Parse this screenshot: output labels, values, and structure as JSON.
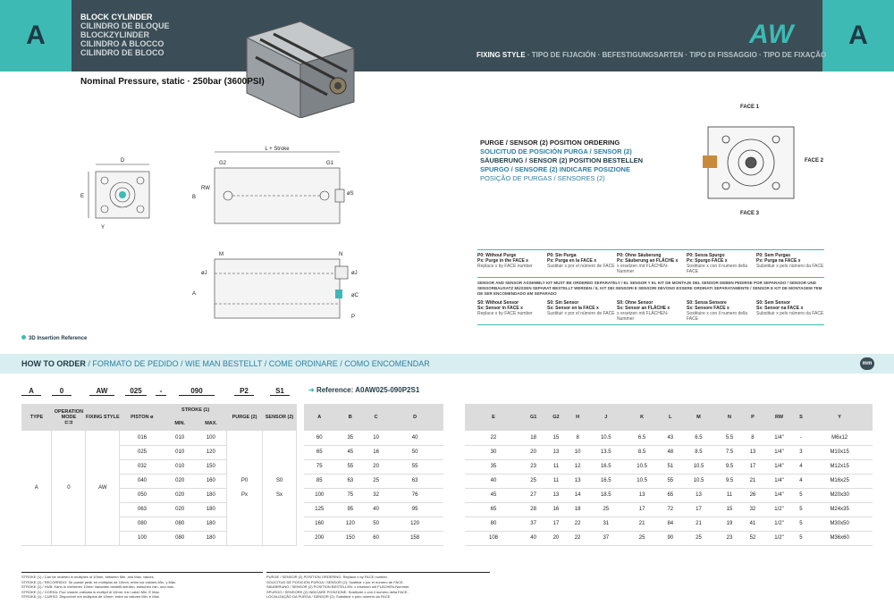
{
  "header": {
    "side_letter": "A",
    "series": "AW",
    "titles": [
      "BLOCK CYLINDER",
      "CILINDRO DE BLOQUE",
      "BLOCKZYLINDER",
      "CILINDRO A BLOCCO",
      "CILINDRO DE BLOCO"
    ],
    "fixing_main": "FIXING STYLE",
    "fixing_rest": " · TIPO DE FIJACIÓN · BEFESTIGUNGSARTEN · TIPO DI FISSAGGIO · TIPO DE FIXAÇÃO"
  },
  "pressure": "Nominal Pressure, static · 250bar (3600PSI)",
  "drawing_labels": {
    "d": "D",
    "e": "E",
    "y": "Y",
    "l_stroke": "L + Stroke",
    "g2": "G2",
    "g1": "G1",
    "b": "B",
    "rw": "RW",
    "s": "øS",
    "m": "M",
    "n": "N",
    "j1": "øJ",
    "j2": "øJ",
    "a": "A",
    "c": "øC",
    "p": "P"
  },
  "purge": {
    "lines": [
      "PURGE / SENSOR (2) POSITION ORDERING",
      "SOLICITUD DE POSICIÓN PURGA / SENSOR (2)",
      "SÄUBERUNG / SENSOR (2) POSITION BESTELLEN",
      "SPURGO / SENSORE (2) INDICARE POSIZIONE",
      "POSIÇÃO DE PURGAS / SENSORES (2)"
    ],
    "face1": "FACE 1",
    "face2": "FACE 2",
    "face3": "FACE 3"
  },
  "legend": {
    "purge_cols": [
      {
        "b1": "P0: Without Purge",
        "b2": "Px: Purge in the FACE x",
        "n": "Replace x by FACE number"
      },
      {
        "b1": "P0: Sin Purga",
        "b2": "Px: Purga en la FACE x",
        "n": "Sustituir x por el número de FACE"
      },
      {
        "b1": "P0: Ohne Säuberung",
        "b2": "Px: Säuberung an FLÄCHE x",
        "n": "x ersetzen mit FLÄCHEN-Nummer"
      },
      {
        "b1": "P0: Senza Spurgo",
        "b2": "Px: Spurgo FACE x",
        "n": "Sostituire x con il numero della FACE"
      },
      {
        "b1": "P0: Sem Purgas",
        "b2": "Px: Purga na FACE x",
        "n": "Substituir x pelo número da FACE"
      }
    ],
    "note": "SENSOR AND SENSOR ASSEMBLY KIT MUST BE ORDERED SEPARATELY / EL SENSOR Y EL KIT DE MONTAJE DEL SENSOR DEBEN PEDIRSE POR SEPARADO / SENSOR UND SENSORBAUSATZ MÜSSEN SEPARAT BESTELLT WERDEN / IL KIT DEI SENSORI E SENSORI DEVONO ESSERE ORDINATI SEPARATAMENTE / SENSOR E KIT DE MONTAGEM TEM DE SER ENCOMENDADO EM SEPARADO",
    "sensor_cols": [
      {
        "b1": "S0: Without Sensor",
        "b2": "Sx: Sensor in FACE x",
        "n": "Replace x by FACE number"
      },
      {
        "b1": "S0: Sin Sensor",
        "b2": "Sx: Sensor en la FACE x",
        "n": "Sustituir x por el número de FACE"
      },
      {
        "b1": "S0: Ohne Sensor",
        "b2": "Sx: Sensor an FLÄCHE x",
        "n": "x ersetzen mit FLÄCHEN-Nummer"
      },
      {
        "b1": "S0: Senza Sensore",
        "b2": "Sx: Sensore FACE x",
        "n": "Sostituire x con il numero della FACE"
      },
      {
        "b1": "S0: Sem Sensor",
        "b2": "Sx: Sensor na FACE x",
        "n": "Substituir x pelo número da FACE"
      }
    ]
  },
  "ref3d": "3D Insertion Reference",
  "order": {
    "title_main": "HOW TO ORDER",
    "title_rest": " / FORMATO DE PEDIDO / WIE MAN BESTELLT / COME ORDINARE / COMO ENCOMENDAR",
    "unit": "mm",
    "code": [
      "A",
      "0",
      "AW",
      "025",
      "-",
      "090",
      "P2",
      "S1"
    ],
    "reference_label": "Reference:",
    "reference_value": "A0AW025-090P2S1"
  },
  "left_table": {
    "headers": {
      "type": "TYPE",
      "op": "OPERATION MODE",
      "fix": "FIXING STYLE",
      "piston": "PISTON ø",
      "stroke": "STROKE (1)",
      "min": "MIN.",
      "max": "MAX.",
      "purge": "PURGE (2)",
      "sensor": "SENSOR (2)"
    },
    "type": "A",
    "op": "0",
    "fix": "AW",
    "purge": [
      "P0",
      "Px"
    ],
    "sensor": [
      "S0",
      "Sx"
    ],
    "rows": [
      [
        "016",
        "010",
        "100"
      ],
      [
        "025",
        "010",
        "120"
      ],
      [
        "032",
        "010",
        "150"
      ],
      [
        "040",
        "020",
        "160"
      ],
      [
        "050",
        "020",
        "180"
      ],
      [
        "063",
        "020",
        "180"
      ],
      [
        "080",
        "080",
        "180"
      ],
      [
        "100",
        "080",
        "180"
      ]
    ]
  },
  "dim_table": {
    "headers": [
      "A",
      "B",
      "C",
      "D",
      "E",
      "G1",
      "G2",
      "H",
      "J",
      "K",
      "L",
      "M",
      "N",
      "P",
      "RW",
      "S",
      "Y"
    ],
    "rows": [
      [
        "60",
        "35",
        "10",
        "40",
        "22",
        "18",
        "15",
        "8",
        "10.5",
        "6.5",
        "43",
        "6.5",
        "5.5",
        "8",
        "1/4\"",
        "-",
        "M6x12"
      ],
      [
        "65",
        "45",
        "16",
        "50",
        "30",
        "20",
        "13",
        "10",
        "13.5",
        "8.5",
        "48",
        "8.5",
        "7.5",
        "13",
        "1/4\"",
        "3",
        "M10x15"
      ],
      [
        "75",
        "55",
        "20",
        "55",
        "35",
        "23",
        "11",
        "12",
        "16.5",
        "10.5",
        "51",
        "10.5",
        "9.5",
        "17",
        "1/4\"",
        "4",
        "M12x15"
      ],
      [
        "85",
        "63",
        "25",
        "63",
        "40",
        "25",
        "11",
        "13",
        "16.5",
        "10.5",
        "55",
        "10.5",
        "9.5",
        "21",
        "1/4\"",
        "4",
        "M16x25"
      ],
      [
        "100",
        "75",
        "32",
        "76",
        "45",
        "27",
        "13",
        "14",
        "18.5",
        "13",
        "65",
        "13",
        "11",
        "26",
        "1/4\"",
        "5",
        "M20x30"
      ],
      [
        "125",
        "95",
        "40",
        "95",
        "65",
        "28",
        "16",
        "18",
        "25",
        "17",
        "72",
        "17",
        "15",
        "32",
        "1/2\"",
        "5",
        "M24x35"
      ],
      [
        "160",
        "120",
        "50",
        "120",
        "80",
        "37",
        "17",
        "22",
        "31",
        "21",
        "84",
        "21",
        "19",
        "41",
        "1/2\"",
        "5",
        "M30x50"
      ],
      [
        "200",
        "150",
        "60",
        "158",
        "108",
        "40",
        "20",
        "22",
        "37",
        "25",
        "90",
        "25",
        "23",
        "52",
        "1/2\"",
        "5",
        "M36x60"
      ]
    ]
  },
  "footnotes": {
    "stroke": [
      "STROKE (1) / Can be ordered in multiples of 10mm, between Min. and Max. values.",
      "STROKE (1) / RECORRIDO: Se puede pedir en múltiplos de 10mm, entre los valores Mín. y Máx.",
      "STROKE (1) / HUB: Kann in mehreren 10mm Varianten bestellt werden, zwischen min. und max.",
      "STROKE (1) / CORSA: Puo' essere ordinata in multipli di 10mm, tra i valori Min. E Max.",
      "STROKE (1) / CURSO: Disponível em múltiplos de 10mm, entre os valores Min. e Max."
    ],
    "purge": [
      "PURGE / SENSOR (2) POSITION ORDERING: Replace x by FACE number.",
      "SOLICITUD DE POSICIÓN PURGA / SENSOR (2): Sustituir x por el número de FACE.",
      "SÄUBERUNG / SENSOR (2) POSITION BESTELLEN: x ersetzen mit FLÄCHEN-Nummer.",
      "SPURGO / SENSORE (2) INDICARE POSIZIONE: Sostituire x con il numero della FACE.",
      "LOCALIZAÇÃO DA PURGA / SENSOR (2): Substituir x pelo número da FACE."
    ]
  }
}
